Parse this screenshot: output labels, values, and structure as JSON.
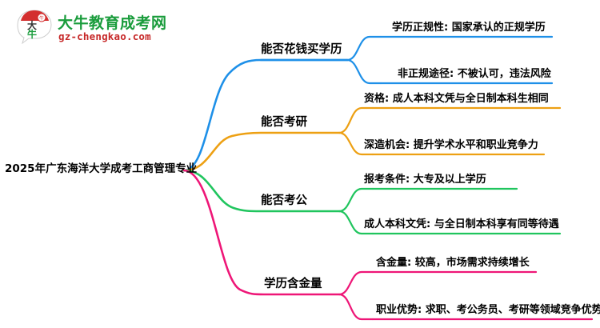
{
  "logo": {
    "name": "daniu-education-logo",
    "brand_cn": "大牛教育成考网",
    "brand_url": "gz-chengkao.com",
    "mark_text": "大牛",
    "colors": {
      "cn": "#1a9c3c",
      "url": "#c62828",
      "dome": "#d32f2f"
    }
  },
  "mindmap": {
    "root": {
      "label": "2025年广东海洋大学成考工商管理专业"
    },
    "branches": [
      {
        "label": "能否花钱买学历",
        "color": "#1e90e8",
        "children": [
          {
            "label": "学历正规性: 国家承认的正规学历"
          },
          {
            "label": "非正规途径: 不被认可，违法风险"
          }
        ]
      },
      {
        "label": "能否考研",
        "color": "#eda013",
        "children": [
          {
            "label": "资格: 成人本科文凭与全日制本科生相同"
          },
          {
            "label": "深造机会: 提升学术水平和职业竞争力"
          }
        ]
      },
      {
        "label": "能否考公",
        "color": "#20c55e",
        "children": [
          {
            "label": "报考条件: 大专及以上学历"
          },
          {
            "label": "成人本科文凭: 与全日制本科享有同等待遇"
          }
        ]
      },
      {
        "label": "学历含金量",
        "color": "#ee1677",
        "children": [
          {
            "label": "含金量: 较高，市场需求持续增长"
          },
          {
            "label": "职业优势: 求职、考公务员、考研等领域竞争优势"
          }
        ]
      }
    ]
  }
}
